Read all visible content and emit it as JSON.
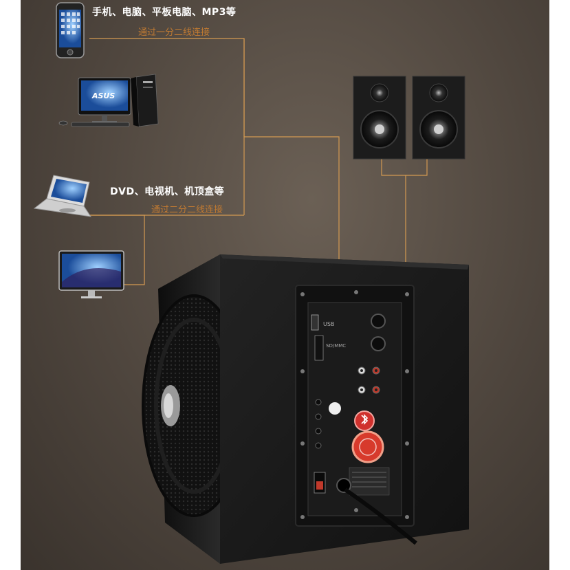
{
  "captions": {
    "top_title": "手机、电脑、平板电脑、MP3等",
    "top_sub": "通过一分二线连接",
    "mid_title": "DVD、电视机、机顶盒等",
    "mid_sub": "通过二分二线连接"
  },
  "panel": {
    "usb_label": "USB",
    "sd_label": "SD/MMC"
  },
  "device_brand": "ASUS",
  "colors": {
    "line": "#d49a52",
    "caption_accent": "#c07a32",
    "speaker_body": "#1a1a1a"
  }
}
